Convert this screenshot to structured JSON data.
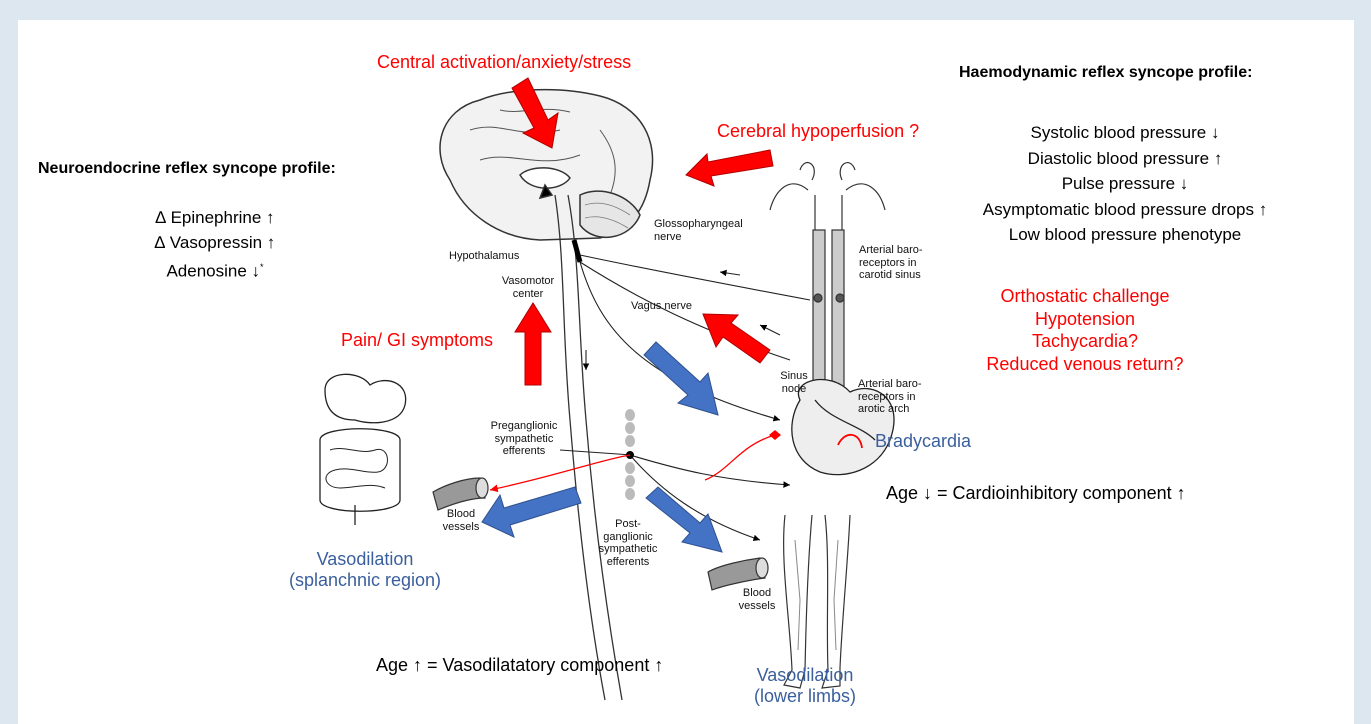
{
  "labels": {
    "central": "Central activation/anxiety/stress",
    "hypoperfusion": "Cerebral hypoperfusion ?",
    "pain": "Pain/ GI symptoms",
    "bradycardia": "Bradycardia",
    "age_cardio": "Age ↓ = Cardioinhibitory component ↑",
    "age_vaso": "Age ↑ = Vasodilatatory component ↑",
    "vaso_splanchnic_1": "Vasodilation",
    "vaso_splanchnic_2": "(splanchnic region)",
    "vaso_limbs_1": "Vasodilation",
    "vaso_limbs_2": "(lower limbs)"
  },
  "neuroendocrine": {
    "title": "Neuroendocrine reflex syncope profile:",
    "items": [
      "∆ Epinephrine ↑",
      "∆ Vasopressin ↑",
      "Adenosine ↓"
    ],
    "asterisk": "*"
  },
  "haemodynamic": {
    "title": "Haemodynamic reflex syncope profile:",
    "items": [
      "Systolic blood pressure ↓",
      "Diastolic blood pressure ↑",
      "Pulse pressure ↓",
      "Asymptomatic blood pressure drops ↑",
      "Low blood pressure phenotype"
    ]
  },
  "triggers": [
    "Orthostatic challenge",
    "Hypotension",
    "Tachycardia?",
    "Reduced venous return?"
  ],
  "anatomy": {
    "hypothalamus": "Hypothalamus",
    "glosso_1": "Glossopharyngeal",
    "glosso_2": "nerve",
    "vasomotor_1": "Vasomotor",
    "vasomotor_2": "center",
    "vagus": "Vagus nerve",
    "baro_carotid_1": "Arterial baro-",
    "baro_carotid_2": "receptors in",
    "baro_carotid_3": "carotid sinus",
    "sinus_1": "Sinus",
    "sinus_2": "node",
    "baro_aortic_1": "Arterial baro-",
    "baro_aortic_2": "receptors in",
    "baro_aortic_3": "arotic arch",
    "pregang_1": "Preganglionic",
    "pregang_2": "sympathetic",
    "pregang_3": "efferents",
    "postgang_1": "Post-",
    "postgang_2": "ganglionic",
    "postgang_3": "sympathetic",
    "postgang_4": "efferents",
    "blood_vessels_1a": "Blood",
    "blood_vessels_1b": "vessels",
    "blood_vessels_2a": "Blood",
    "blood_vessels_2b": "vessels"
  },
  "colors": {
    "red_arrow": "#ff0000",
    "blue_arrow": "#4472c4",
    "background": "#dde7f0"
  }
}
